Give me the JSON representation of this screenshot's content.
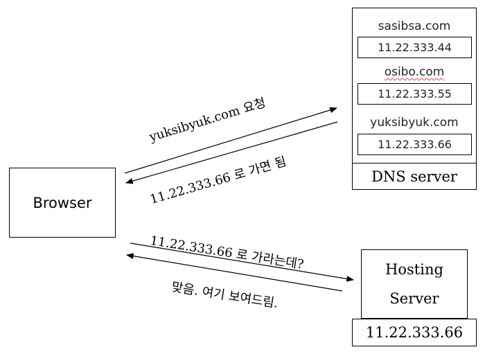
{
  "browser": {
    "label": "Browser"
  },
  "dns": {
    "records": [
      {
        "domain": "sasibsa.com",
        "ip": "11.22.333.44"
      },
      {
        "domain": "osibo.com",
        "ip": "11.22.333.55"
      },
      {
        "domain": "yuksibyuk.com",
        "ip": "11.22.333.66"
      }
    ],
    "label": "DNS server"
  },
  "hosting": {
    "line1": "Hosting",
    "line2": "Server",
    "ip": "11.22.333.66"
  },
  "messages": {
    "request_dns": "yuksibyuk.com 요청",
    "response_dns": "11.22.333.66 로 가면 됨",
    "request_host": "11.22.333.66 로 가라는데?",
    "response_host": "맞음. 여기 보여드림."
  }
}
